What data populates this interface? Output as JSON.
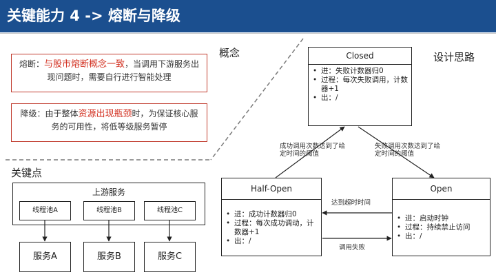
{
  "header": {
    "title": "关键能力 4 -> 熔断与降级"
  },
  "concept_label": "概念",
  "design_label": "设计思路",
  "keypoint_label": "关键点",
  "fuse_box": {
    "prefix": "熔断：",
    "highlight": "与股市熔断概念一致",
    "rest": "，当调用下游服务出现问题时，需要自行进行智能处理"
  },
  "degrade_box": {
    "prefix": "降级：由于整体",
    "highlight": "资源出现瓶颈",
    "rest": "时，为保证核心服务的可用性，将低等级服务暂停"
  },
  "states": {
    "closed": {
      "title": "Closed",
      "items": [
        "进：失败计数器归0",
        "过程：每次失败调用，计数器+1",
        "出：/"
      ]
    },
    "half_open": {
      "title": "Half-Open",
      "items": [
        "进：成功计数器归0",
        "过程：每次成功调动，计数器+1",
        "出：/"
      ]
    },
    "open": {
      "title": "Open",
      "items": [
        "进：启动时钟",
        "过程：持续禁止访问",
        "出：/"
      ]
    }
  },
  "transitions": {
    "half_to_closed": "成功调用次数达到了给定时间的阈值",
    "closed_to_open": "失败调用次数达到了给定时间的阈值",
    "open_to_half": "达到超时时间",
    "half_to_open": "调用失败"
  },
  "upstream": {
    "title": "上游服务",
    "pools": [
      "线程池A",
      "线程池B",
      "线程池C"
    ]
  },
  "services": [
    "服务A",
    "服务B",
    "服务C"
  ],
  "colors": {
    "header_bg": "#1b4f8f",
    "accent_red": "#d22f1f",
    "divider_gray": "#7a7a7a"
  }
}
